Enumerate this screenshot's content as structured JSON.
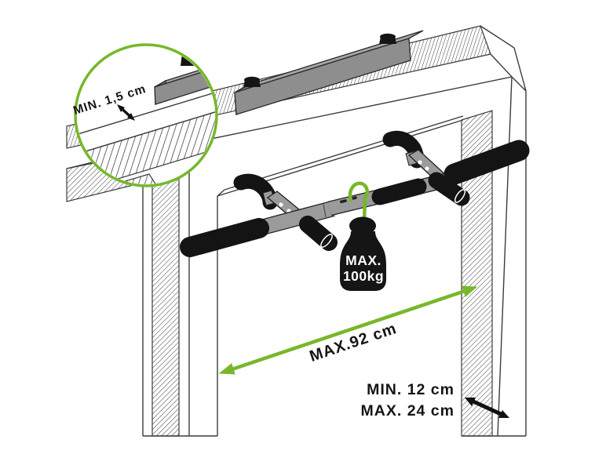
{
  "diagram": {
    "type": "installation-instruction",
    "subject": "doorway pull-up bar mounting dimensions",
    "labels": {
      "wall_thickness": "MIN. 1,5 cm",
      "max_load_line1": "MAX.",
      "max_load_line2": "100kg",
      "door_width": "MAX.92 cm",
      "wall_depth_line1": "MIN. 12 cm",
      "wall_depth_line2": "MAX. 24 cm"
    },
    "colors": {
      "accent_green": "#76B82A",
      "ink_black": "#151515",
      "tube_gray": "#9B9B9B",
      "bracket_gray": "#8E8E8E",
      "background": "#FFFFFF"
    },
    "icons": {
      "magnifier": "zoom-detail-circle",
      "load": "kettlebell-weight",
      "hook": "s-hook",
      "dimension": "double-headed-arrow"
    }
  }
}
